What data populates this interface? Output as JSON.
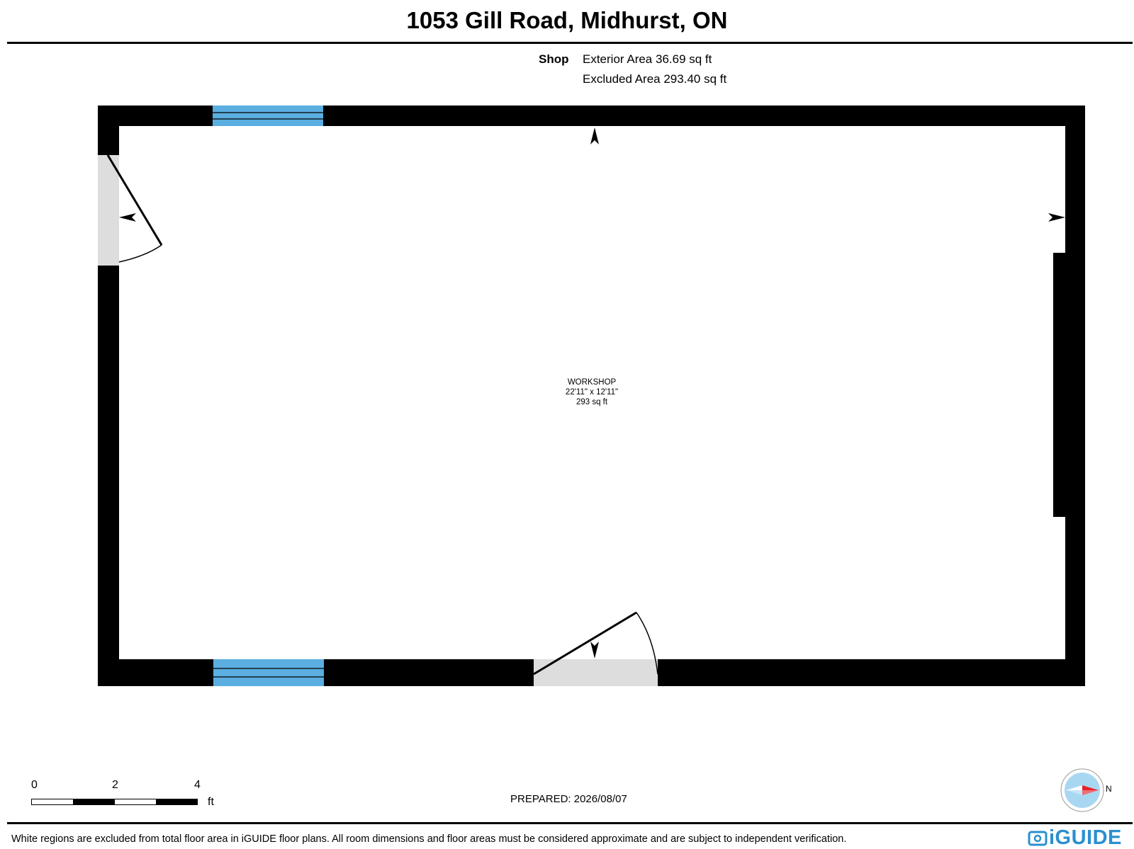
{
  "header": {
    "title": "1053 Gill Road, Midhurst, ON"
  },
  "area_summary": {
    "label": "Shop",
    "exterior_area": "Exterior Area 36.69 sq ft",
    "excluded_area": "Excluded Area 293.40 sq ft"
  },
  "room": {
    "name": "WORKSHOP",
    "dimensions": "22'11\" x 12'11\"",
    "area": "293 sq ft"
  },
  "scale_bar": {
    "ticks": [
      "0",
      "2",
      "4"
    ],
    "unit": "ft"
  },
  "prepared": "PREPARED: 2026/08/07",
  "compass": {
    "north_label": "N"
  },
  "footer": {
    "disclaimer": "White regions are excluded from total floor area in iGUIDE floor plans. All room dimensions and floor areas must be considered approximate and are subject to independent verification.",
    "logo_text": "iGUIDE"
  },
  "colors": {
    "wall": "#000000",
    "window": "#5aaee0",
    "door_opening": "#dddddd",
    "compass_arrow": "#e8222a",
    "logo": "#2a8fd0"
  }
}
